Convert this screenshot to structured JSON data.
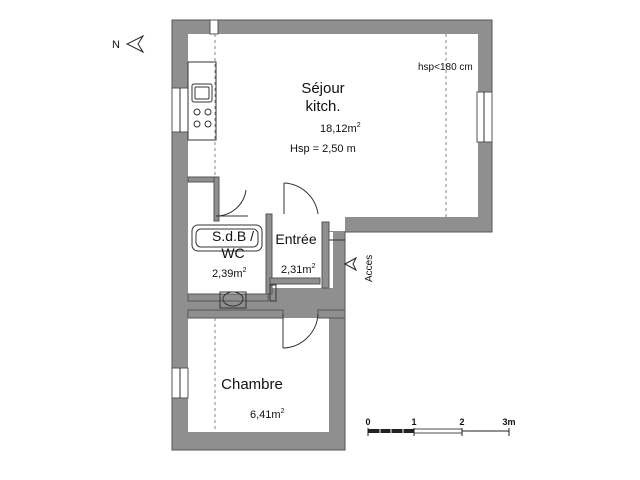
{
  "compass": {
    "label": "N"
  },
  "rooms": {
    "sejour": {
      "name_line1": "Séjour",
      "name_line2": "kitch.",
      "area": "18,12m",
      "height": "Hsp = 2,50 m",
      "note": "hsp<180 cm"
    },
    "sdb": {
      "name_line1": "S.d.B /",
      "name_line2": "WC",
      "area": "2,39m"
    },
    "entree": {
      "name": "Entrée",
      "area": "2,31m"
    },
    "chambre": {
      "name": "Chambre",
      "area": "6,41m"
    }
  },
  "area_unit_superscript": "2",
  "access_label": "Acces",
  "scale": {
    "ticks": [
      "0",
      "1",
      "2",
      "3m"
    ]
  }
}
